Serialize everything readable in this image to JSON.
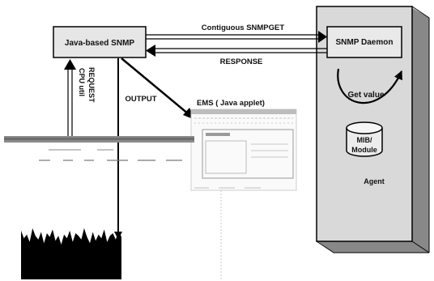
{
  "java_snmp": {
    "label": "Java-based SNMP"
  },
  "snmp_daemon": {
    "label": "SNMP Daemon"
  },
  "arrows": {
    "contiguous": "Contiguous SNMPGET",
    "response": "RESPONSE",
    "output": "OUTPUT",
    "request": "REQUEST",
    "cpu_util": "CPU util"
  },
  "ems": {
    "label": "EMS ( Java applet)"
  },
  "agent": {
    "label": "Agent",
    "get_value": "Get value",
    "mib_line1": "MIB/",
    "mib_line2": "Module"
  },
  "cpu_series": [
    0.78,
    0.66,
    0.72,
    0.6,
    0.82,
    0.7,
    0.64,
    0.76,
    0.58,
    0.74,
    0.68,
    0.8,
    0.62,
    0.7,
    0.56,
    0.72,
    0.66,
    0.78,
    0.6,
    0.74,
    0.7,
    0.64,
    0.82,
    0.68,
    0.58,
    0.76,
    0.62,
    0.72,
    0.66,
    0.8,
    0.6,
    0.7,
    0.74,
    0.64,
    0.78,
    0.68
  ]
}
